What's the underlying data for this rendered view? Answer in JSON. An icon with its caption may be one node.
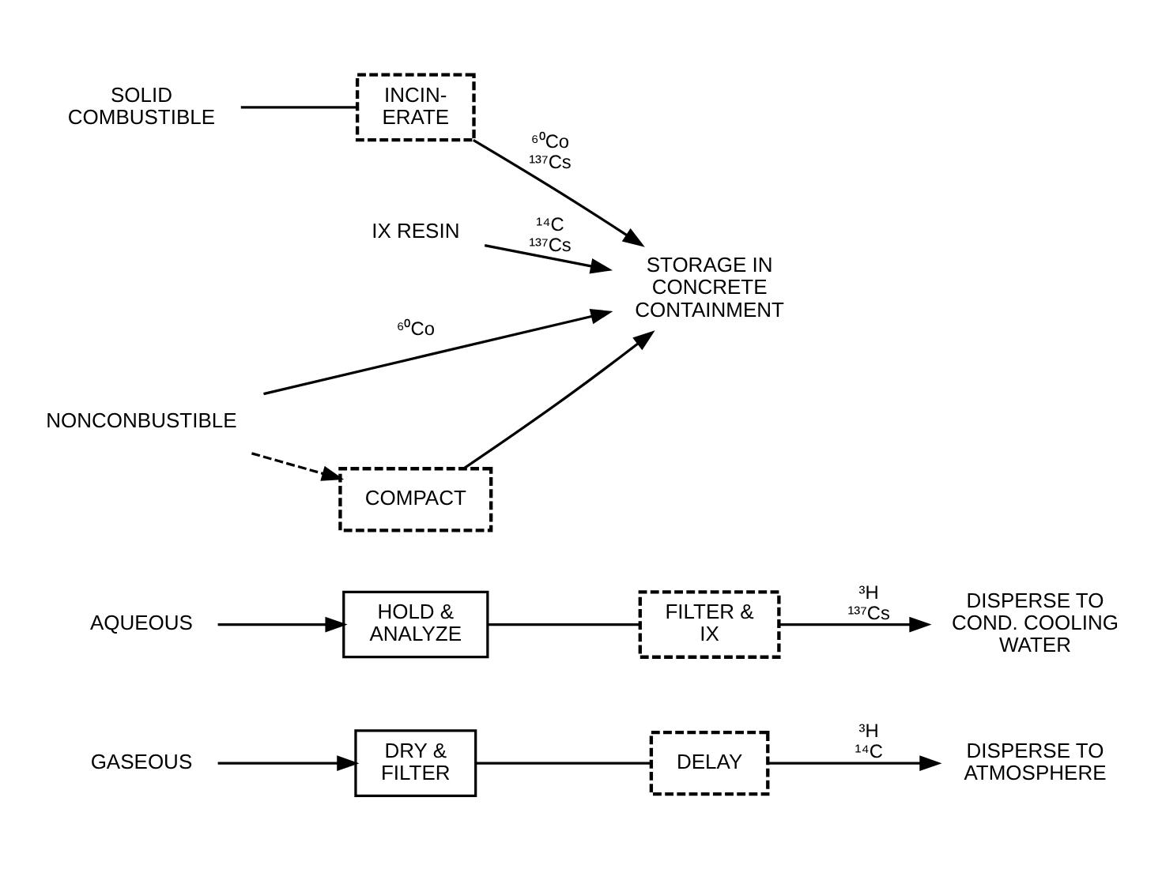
{
  "diagram": {
    "nodes": [
      {
        "text": [
          "GASEOUS"
        ]
      },
      {
        "text": [
          "DRY & FILTER"
        ]
      },
      {
        "text": [
          "DELAY"
        ]
      },
      {
        "text": [
          "DISPERSE TO ATMOSPHERE"
        ]
      },
      {
        "text": [
          "AQUEOUS"
        ]
      },
      {
        "text": [
          "HOLD & ANALYZE"
        ]
      },
      {
        "text": [
          "FILTER & IX"
        ]
      },
      {
        "text": [
          "DISPERSE TO COND. COOLING WATER"
        ]
      },
      {
        "text": [
          "SOLID COMBUSTIBLE"
        ]
      },
      {
        "text": [
          "INCIN- ERATE"
        ]
      },
      {
        "text": [
          "STORAGE IN CONCRETE CONTAINMENT"
        ]
      },
      {
        "text": [
          "IX RESIN"
        ]
      },
      {
        "text": [
          "NONCONBUSTIBLE"
        ]
      },
      {
        "text": [
          "COMPACT"
        ]
      }
    ],
    "edges": [
      {
        "from": 0,
        "to": 1,
        "arrow": "to"
      },
      {
        "from": 1,
        "to": 2,
        "arrow": "none"
      },
      {
        "from": 2,
        "to": 3,
        "arrow": "to",
        "label": "³H ¹⁴C"
      },
      {
        "from": 4,
        "to": 5,
        "arrow": "to"
      },
      {
        "from": 5,
        "to": 6,
        "arrow": "none"
      },
      {
        "from": 6,
        "to": 7,
        "arrow": "to",
        "label": "³H ¹³⁷Cs"
      },
      {
        "from": 8,
        "to": 9,
        "arrow": "none"
      },
      {
        "from": 9,
        "to": 10,
        "arrow": "to",
        "label": "⁶⁰Co ¹³⁷Cs"
      },
      {
        "from": 11,
        "to": 10,
        "arrow": "to",
        "label": "¹⁴C ¹³⁷Cs"
      },
      {
        "from": 12,
        "to": 10,
        "arrow": "to",
        "label": "⁶⁰Co"
      },
      {
        "from": 12,
        "to": 13,
        "arrow": "to",
        "style": "dashed"
      },
      {
        "from": 13,
        "to": 10,
        "arrow": "to"
      }
    ]
  }
}
